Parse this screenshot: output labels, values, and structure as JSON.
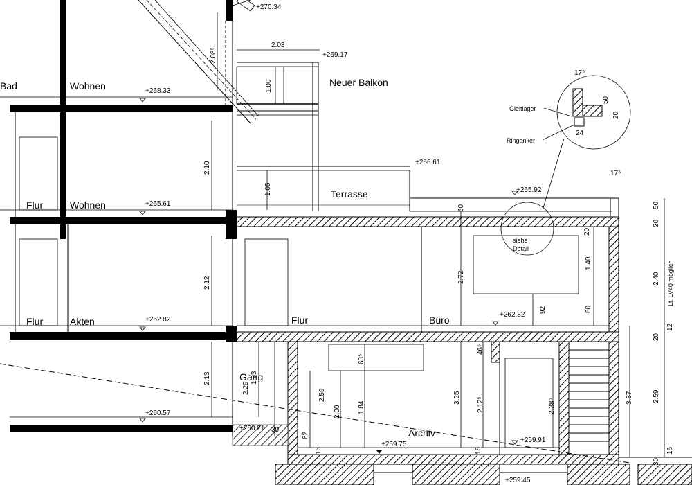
{
  "rooms": {
    "bad": "Bad",
    "wohnen_top": "Wohnen",
    "neuer_balkon": "Neuer Balkon",
    "flur_mid": "Flur",
    "wohnen_mid": "Wohnen",
    "terrasse": "Terrasse",
    "flur_low": "Flur",
    "akten": "Akten",
    "flur_new": "Flur",
    "buero": "Büro",
    "gang": "Gang",
    "archiv": "Archiv"
  },
  "levels": {
    "l27034": "+270.34",
    "l26917": "+269.17",
    "l26833": "+268.33",
    "l26661": "+266.61",
    "l26592": "+265.92",
    "l26561": "+265.61",
    "l26282a": "+262.82",
    "l26282b": "+262.82",
    "l26057": "+260.57",
    "l26021": "+260.21",
    "l25975": "+259.75",
    "l25991": "+259.91",
    "l25945": "+259.45"
  },
  "dims": {
    "d2085": "2.08⁵",
    "d203": "2.03",
    "d100": "1.00",
    "d210": "2.10",
    "d105": "1.05",
    "d50a": "50",
    "d212": "2.12",
    "d272": "2.72",
    "d20a": "20",
    "d140": "1.40",
    "d80": "80",
    "d92": "92",
    "d213": "2.13",
    "d229": "2.29",
    "d193": "1.93",
    "d30": "30",
    "d259a": "2.59",
    "d82": "82",
    "d16a": "16",
    "d200": "2.00",
    "d635": "63⁵",
    "d184": "1.84",
    "d325": "3.25",
    "d465": "46⁵",
    "d2125": "2.12⁵",
    "d16b": "16",
    "d2285": "2.28⁵",
    "d337": "3.37",
    "d175a": "17⁵",
    "d175b": "17⁵",
    "d50b": "50",
    "d20b": "20",
    "d24": "24",
    "r50": "50",
    "r20a": "20",
    "r240": "2.40",
    "r20b": "20",
    "r12": "12",
    "r259": "2.59",
    "r16": "16",
    "r30": "30"
  },
  "notes": {
    "gleitlager": "Gleitlager",
    "ringanker": "Ringanker",
    "siehe": "siehe",
    "detail": "Detail",
    "lv40": "Lt. LV40 möglich"
  }
}
